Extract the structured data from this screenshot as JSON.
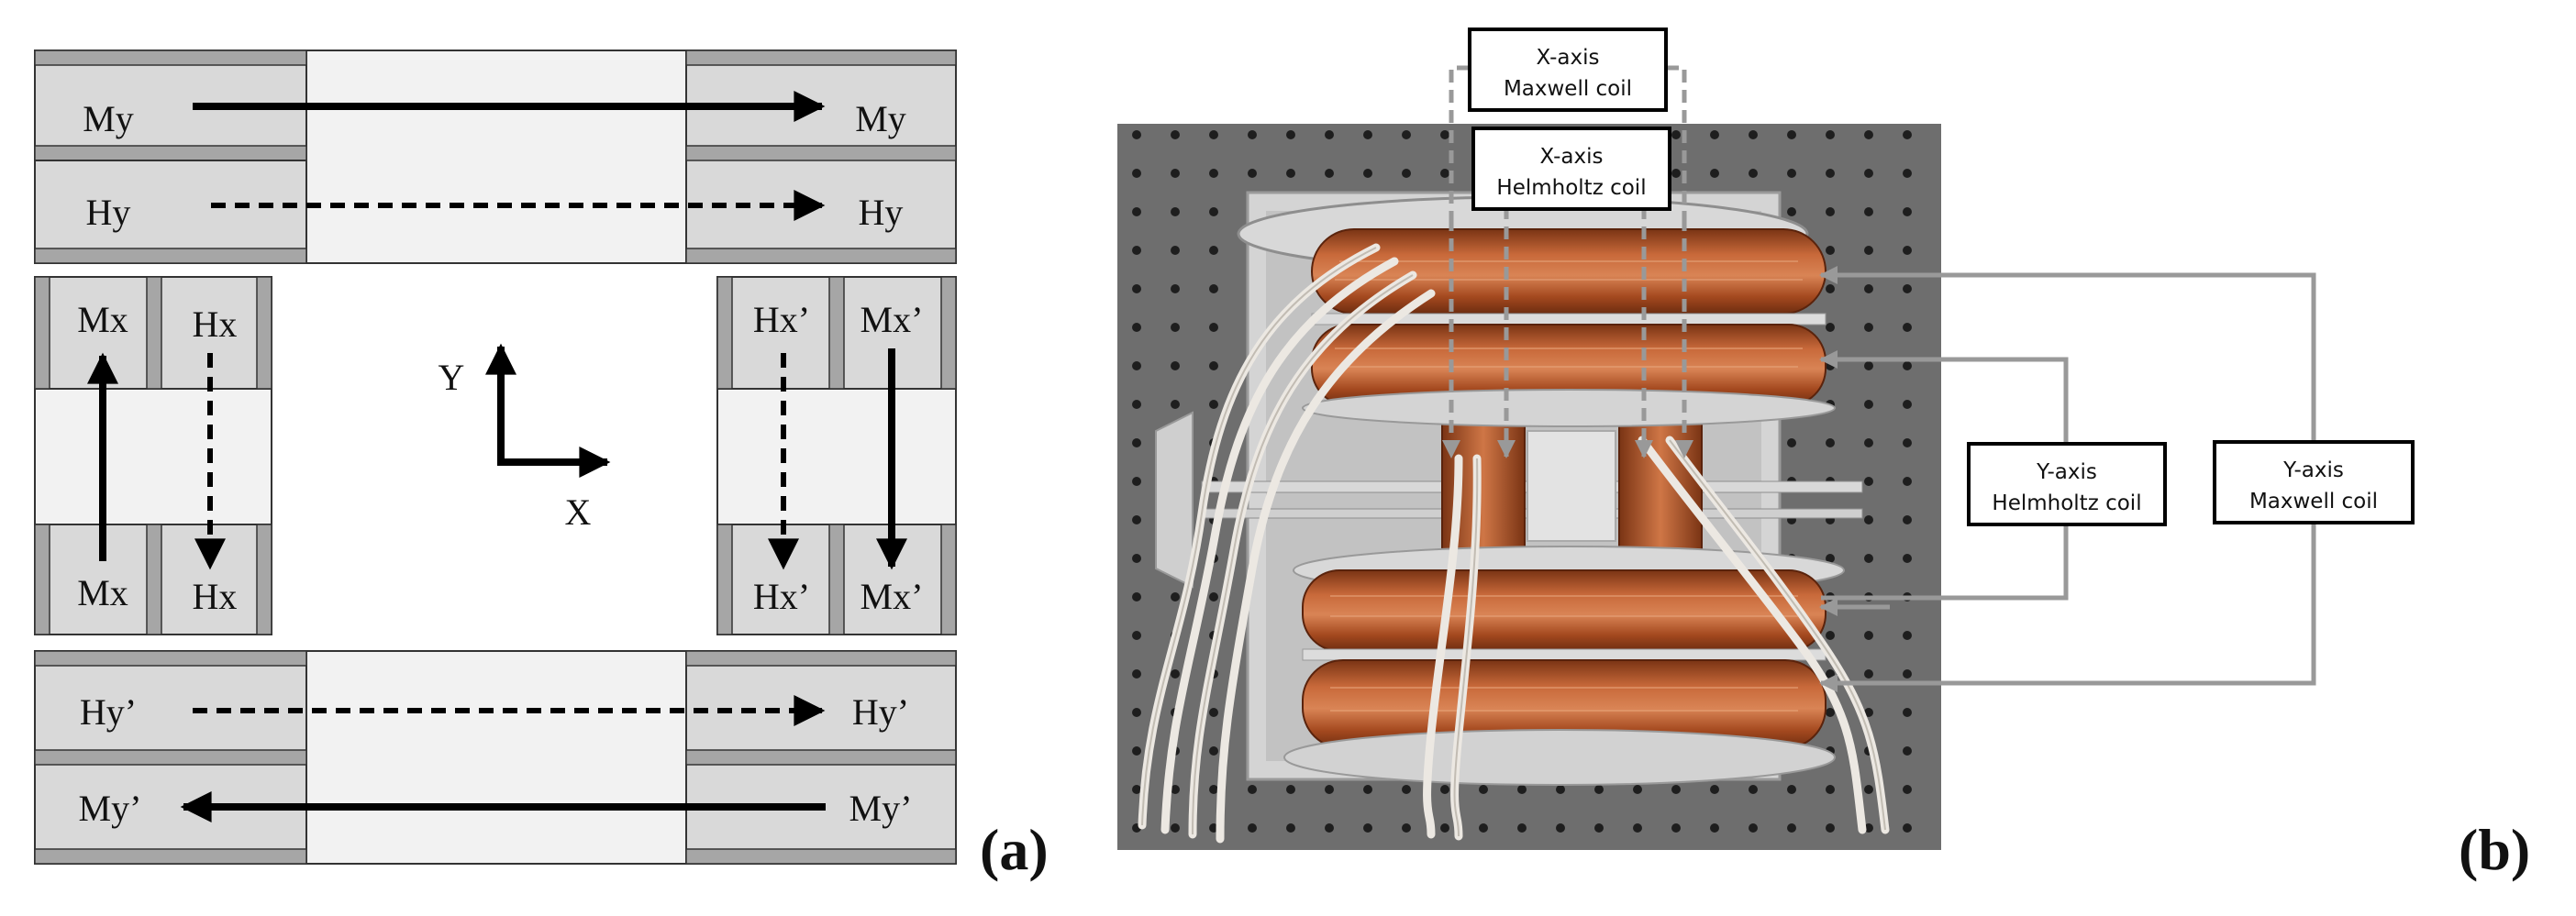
{
  "panel_a": {
    "panel_label": "(a)",
    "top_coil": {
      "left_upper": "My",
      "right_upper": "My",
      "left_lower": "Hy",
      "right_lower": "Hy"
    },
    "bottom_coil": {
      "left_upper": "Hy’",
      "right_upper": "Hy’",
      "left_lower": "My’",
      "right_lower": "My’"
    },
    "left_coil": {
      "top_left": "Mx",
      "top_right": "Hx",
      "bottom_left": "Mx",
      "bottom_right": "Hx"
    },
    "right_coil": {
      "top_left": "Hx’",
      "top_right": "Mx’",
      "bottom_left": "Hx’",
      "bottom_right": "Mx’"
    },
    "axes": {
      "y_label": "Y",
      "x_label": "X"
    },
    "colors": {
      "coil_fill": "#d9d9d9",
      "coil_border": "#a6a6a6",
      "center_fill": "#f2f2f2",
      "arrow": "#000000"
    }
  },
  "panel_b": {
    "panel_label": "(b)",
    "labels": {
      "x_maxwell": [
        "X-axis",
        "Maxwell coil"
      ],
      "x_helmholtz": [
        "X-axis",
        "Helmholtz coil"
      ],
      "y_helmholtz": [
        "Y-axis",
        "Helmholtz coil"
      ],
      "y_maxwell": [
        "Y-axis",
        "Maxwell coil"
      ]
    },
    "colors": {
      "background": "#6c6c6c",
      "copper": "#b0552a",
      "copper_dark": "#7a3414",
      "wire": "#e8e4de",
      "frame": "#c8c8c8",
      "leader": "#8c8c8c"
    }
  }
}
